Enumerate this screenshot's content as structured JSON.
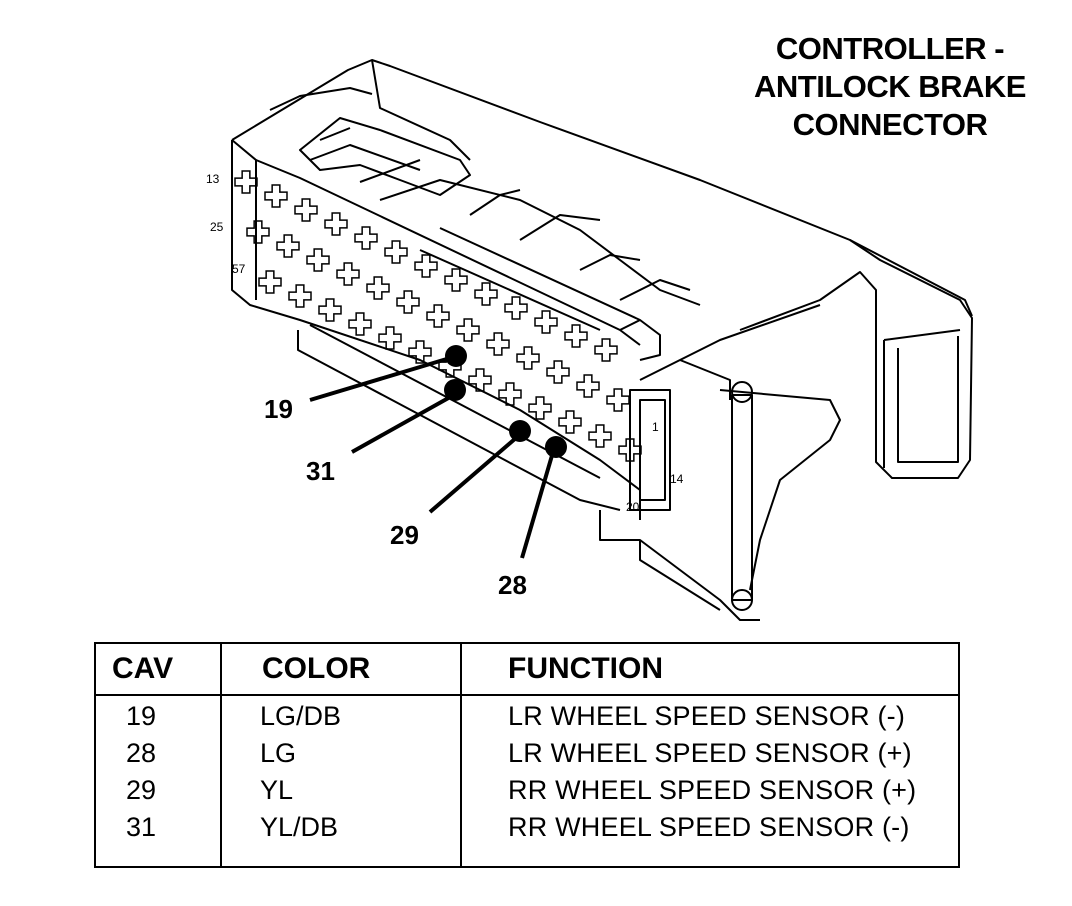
{
  "title_lines": [
    "CONTROLLER -",
    "ANTILOCK BRAKE",
    "CONNECTOR"
  ],
  "cavity_side_labels": [
    "13",
    "25",
    "57"
  ],
  "cavity_end_labels": [
    "1",
    "14",
    "20"
  ],
  "callouts": [
    "19",
    "31",
    "29",
    "28"
  ],
  "table": {
    "headers": [
      "CAV",
      "COLOR",
      "FUNCTION"
    ],
    "rows": [
      {
        "cav": "19",
        "color": "LG/DB",
        "function": "LR WHEEL SPEED SENSOR (-)"
      },
      {
        "cav": "28",
        "color": "LG",
        "function": "LR WHEEL SPEED SENSOR (+)"
      },
      {
        "cav": "29",
        "color": "YL",
        "function": "RR WHEEL SPEED SENSOR (+)"
      },
      {
        "cav": "31",
        "color": "YL/DB",
        "function": "RR WHEEL SPEED SENSOR (-)"
      }
    ]
  },
  "colors": {
    "ink": "#000000",
    "paper": "#ffffff"
  }
}
